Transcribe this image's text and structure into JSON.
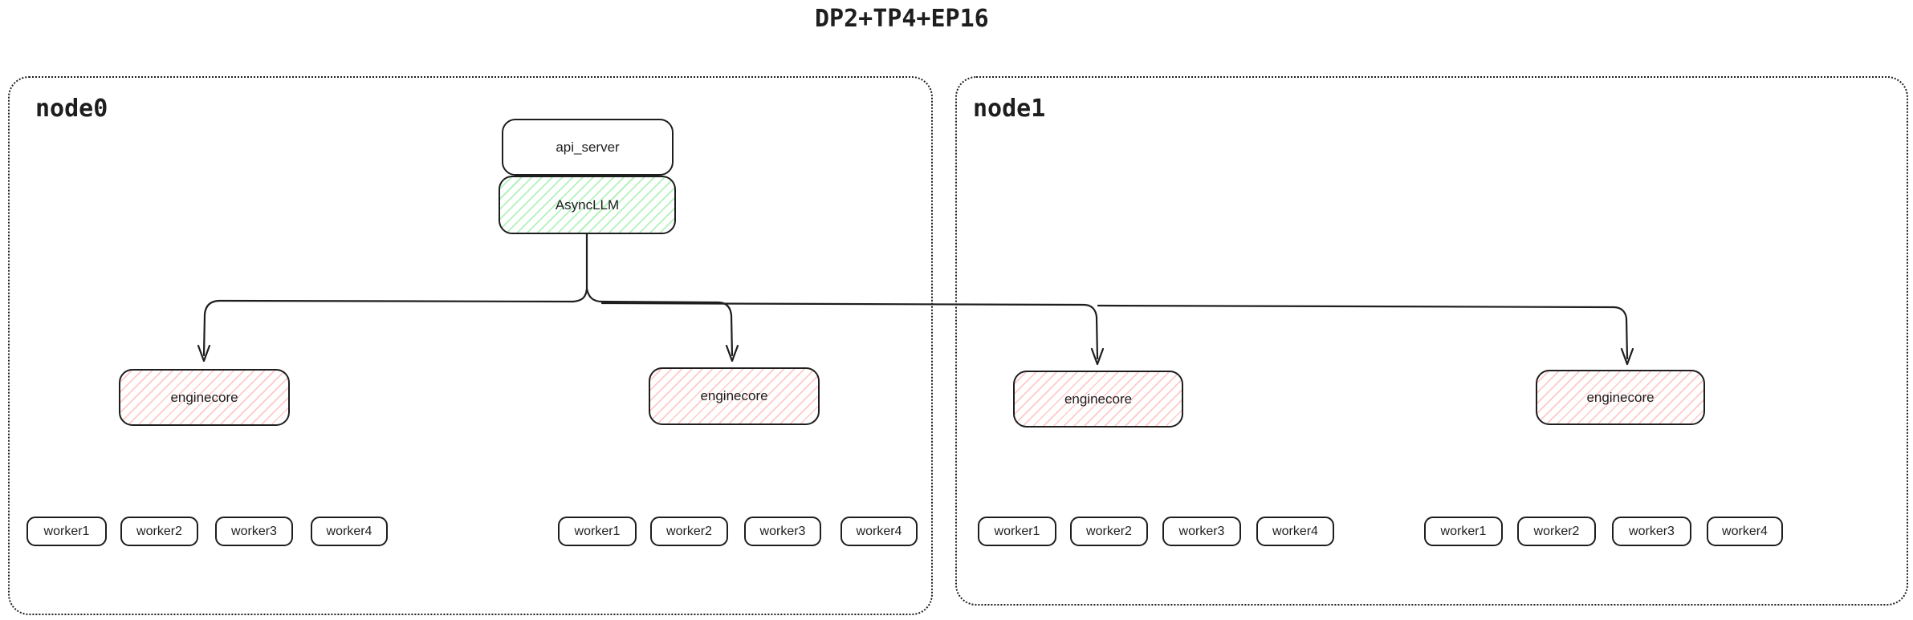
{
  "title": "DP2+TP4+EP16",
  "colors": {
    "stroke": "#1e1e1e",
    "asyncllm_hatch": "#b2f2bb",
    "enginecore_hatch": "#ffc9c9",
    "background": "#ffffff"
  },
  "node0": {
    "label": "node0"
  },
  "node1": {
    "label": "node1"
  },
  "api_server": {
    "label": "api_server"
  },
  "async_llm": {
    "label": "AsyncLLM"
  },
  "enginecores": [
    {
      "label": "enginecore"
    },
    {
      "label": "enginecore"
    },
    {
      "label": "enginecore"
    },
    {
      "label": "enginecore"
    }
  ],
  "worker_groups": [
    {
      "workers": [
        "worker1",
        "worker2",
        "worker3",
        "worker4"
      ]
    },
    {
      "workers": [
        "worker1",
        "worker2",
        "worker3",
        "worker4"
      ]
    },
    {
      "workers": [
        "worker1",
        "worker2",
        "worker3",
        "worker4"
      ]
    },
    {
      "workers": [
        "worker1",
        "worker2",
        "worker3",
        "worker4"
      ]
    }
  ]
}
